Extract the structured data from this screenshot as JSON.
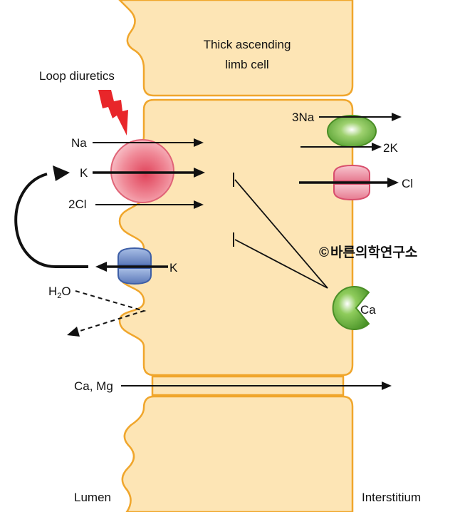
{
  "diagram": {
    "cell_title_line1": "Thick ascending",
    "cell_title_line2": "limb cell",
    "drug_label": "Loop diuretics",
    "nkcc2_substrates": [
      "Na",
      "K",
      "2Cl"
    ],
    "romk_label": "K",
    "water_label_main": "H",
    "water_label_sub": "2",
    "water_label_end": "O",
    "pump_na_label": "3Na",
    "pump_k_label": "2K",
    "clc_label": "Cl",
    "casr_label": "Ca",
    "paracellular_label": "Ca, Mg",
    "lumen_label": "Lumen",
    "interstitium_label": "Interstitium",
    "copyright_symbol": "©",
    "copyright_text": "바른의학연구소"
  },
  "colors": {
    "cell_fill": "#fde5b5",
    "cell_border": "#f0a62c",
    "nkcc2_fill": "#ee8c98",
    "romk_fill": "#7f9bd0",
    "pump_fill": "#7dbe4c",
    "clc_fill": "#f09aab",
    "casr_fill": "#6fb843",
    "lightning": "#e8262a"
  }
}
